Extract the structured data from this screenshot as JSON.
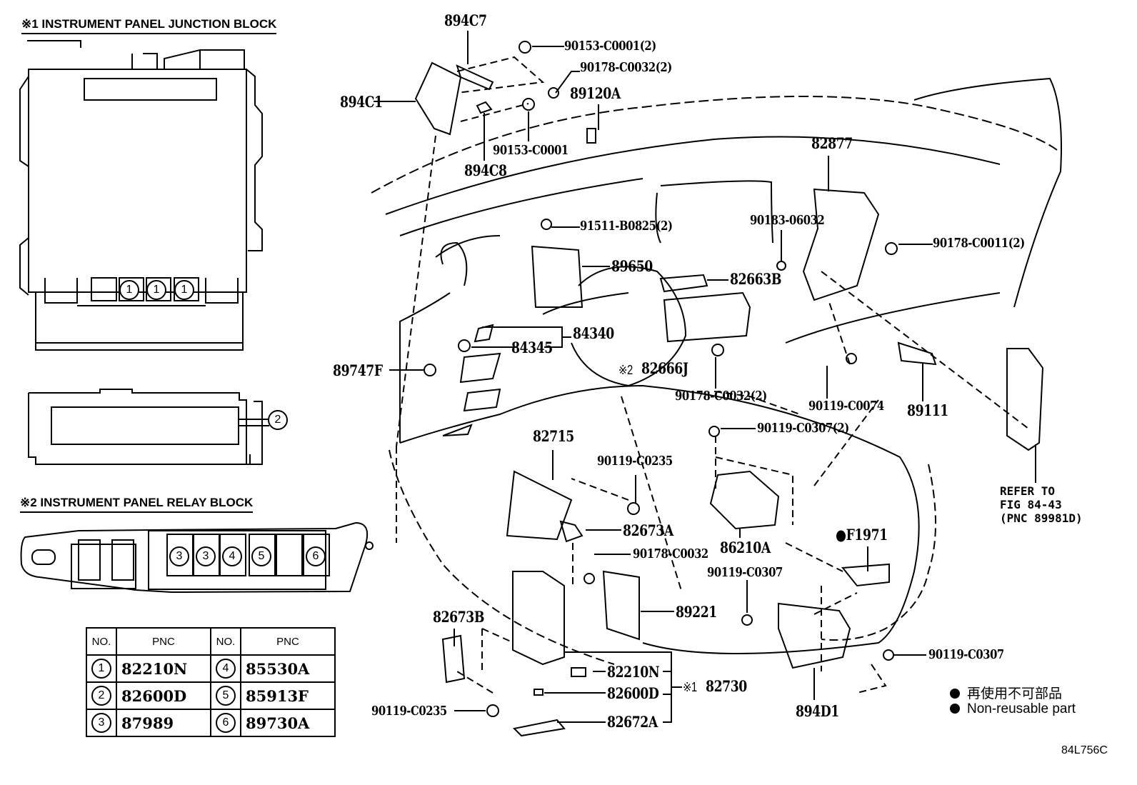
{
  "sections": {
    "junction_block_title": "※1 INSTRUMENT PANEL JUNCTION BLOCK",
    "relay_block_title": "※2 INSTRUMENT PANEL RELAY BLOCK"
  },
  "junction_block": {
    "fuse_markers": [
      "1",
      "1",
      "1"
    ],
    "connector_marker": "2"
  },
  "relay_block": {
    "relay_markers": [
      "3",
      "3",
      "4",
      "5",
      "",
      "6"
    ]
  },
  "pnc_table": {
    "headers": [
      "NO.",
      "PNC",
      "NO.",
      "PNC"
    ],
    "rows": [
      {
        "no_left": "1",
        "pnc_left": "82210N",
        "no_right": "4",
        "pnc_right": "85530A"
      },
      {
        "no_left": "2",
        "pnc_left": "82600D",
        "no_right": "5",
        "pnc_right": "85913F"
      },
      {
        "no_left": "3",
        "pnc_left": "87989",
        "no_right": "6",
        "pnc_right": "89730A"
      }
    ]
  },
  "part_labels": {
    "p894C7": "894C7",
    "p90153_C0001_2": "90153-C0001(2)",
    "p90178_C0032_2_top": "90178-C0032(2)",
    "p894C1": "894C1",
    "p89120A": "89120A",
    "p90153_C0001": "90153-C0001",
    "p894C8": "894C8",
    "p82877": "82877",
    "p91511_B0825_2": "91511-B0825(2)",
    "p90183_06032": "90183-06032",
    "p90178_C0011_2": "90178-C0011(2)",
    "p89650": "89650",
    "p82663B": "82663B",
    "p84340": "84340",
    "p84345": "84345",
    "p89747F": "89747F",
    "p82666J_mark": "※2",
    "p82666J": "82666J",
    "p90178_C0032_2_mid": "90178-C0032(2)",
    "p90119_C0074": "90119-C0074",
    "p89111": "89111",
    "p90119_C0307_2": "90119-C0307(2)",
    "p82715": "82715",
    "p90119_C0235_top": "90119-C0235",
    "p82673A": "82673A",
    "p86210A": "86210A",
    "p90178_C0032": "90178-C0032",
    "pF1971": "●F1971",
    "p90119_C0307_mid": "90119-C0307",
    "p89221": "89221",
    "p82673B": "82673B",
    "p82210N": "82210N",
    "p82600D": "82600D",
    "p82672A": "82672A",
    "p82730_mark": "※1",
    "p82730": "82730",
    "p90119_C0235_bottom": "90119-C0235",
    "p894D1": "894D1",
    "p90119_C0307_bottom": "90119-C0307"
  },
  "refer_note": [
    "REFER TO",
    "FIG 84-43",
    "(PNC 89981D)"
  ],
  "legend": {
    "jp": "再使用不可部品",
    "en": "Non-reusable part"
  },
  "figure_id": "84L756C"
}
